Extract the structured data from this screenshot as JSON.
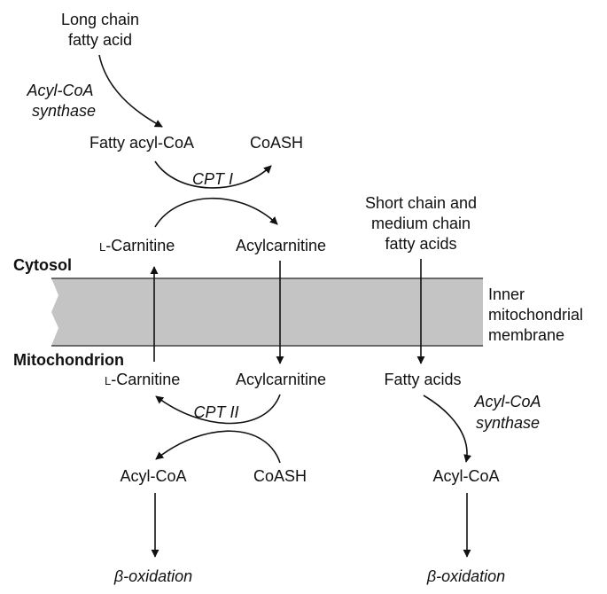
{
  "labels": {
    "long_chain_1": "Long chain",
    "long_chain_2": "fatty acid",
    "acyl_synthase_top_1": "Acyl-CoA",
    "acyl_synthase_top_2": "synthase",
    "fatty_acyl_coa": "Fatty acyl-CoA",
    "coash_top": "CoASH",
    "cpt1": "CPT I",
    "short_chain_1": "Short chain and",
    "short_chain_2": "medium chain",
    "short_chain_3": "fatty acids",
    "l_carnitine_cyto_prefix": "L",
    "l_carnitine_cyto_rest": "-Carnitine",
    "acylcarnitine_cyto": "Acylcarnitine",
    "cytosol": "Cytosol",
    "membrane_1": "Inner",
    "membrane_2": "mitochondrial",
    "membrane_3": "membrane",
    "mitochondrion": "Mitochondrion",
    "l_carnitine_mito_prefix": "L",
    "l_carnitine_mito_rest": "-Carnitine",
    "acylcarnitine_mito": "Acylcarnitine",
    "fatty_acids": "Fatty acids",
    "cpt2": "CPT II",
    "acyl_synthase_right_1": "Acyl-CoA",
    "acyl_synthase_right_2": "synthase",
    "acyl_coa_left": "Acyl-CoA",
    "coash_bottom": "CoASH",
    "acyl_coa_right": "Acyl-CoA",
    "beta_ox_left": "β-oxidation",
    "beta_ox_right": "β-oxidation"
  },
  "colors": {
    "membrane_fill": "#c4c4c4",
    "ink": "#111111"
  }
}
